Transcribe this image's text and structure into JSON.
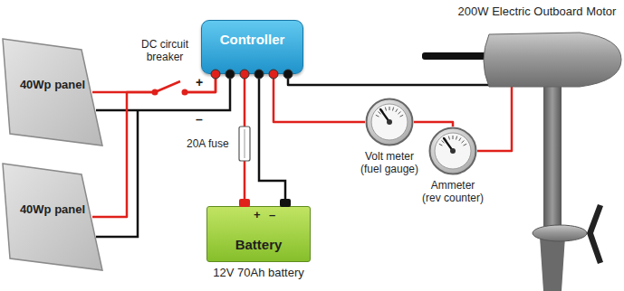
{
  "diagram": {
    "nodes": [
      {
        "text": [
          "40Wp panel"
        ]
      },
      {
        "text": [
          "40Wp panel"
        ]
      },
      {
        "text": [
          "Controller"
        ]
      },
      {
        "text": [
          "Battery",
          "12V 70Ah battery"
        ]
      },
      {
        "text": [
          "Volt meter (fuel gauge)"
        ]
      },
      {
        "text": [
          "Ammeter (rev counter)"
        ]
      },
      {
        "text": [
          "200W Electric Outboard Motor"
        ]
      }
    ],
    "edges": [
      {
        "from": 0,
        "to": 2,
        "arrow": "none"
      },
      {
        "from": 1,
        "to": 2,
        "arrow": "none"
      },
      {
        "from": 3,
        "to": 2,
        "arrow": "none"
      },
      {
        "from": 2,
        "to": 4,
        "arrow": "none"
      },
      {
        "from": 4,
        "to": 5,
        "arrow": "none"
      },
      {
        "from": 5,
        "to": 6,
        "arrow": "none"
      },
      {
        "from": 2,
        "to": 6,
        "arrow": "none"
      }
    ],
    "labels": [
      "DC circuit breaker",
      "+",
      "–",
      "20A fuse",
      "+",
      "–"
    ]
  }
}
